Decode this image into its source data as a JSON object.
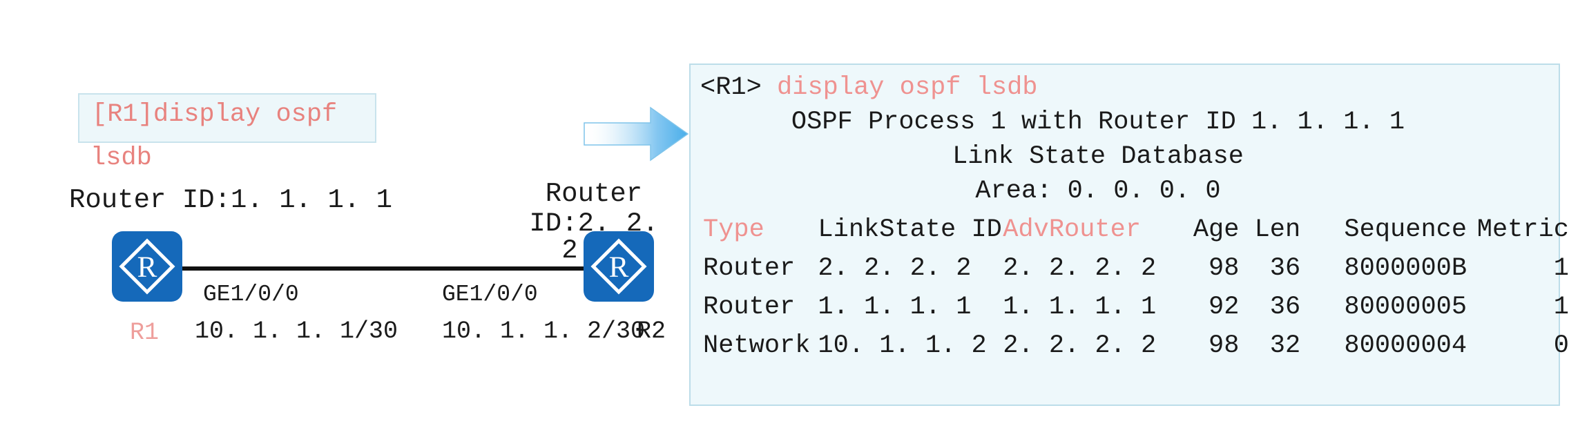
{
  "diagram": {
    "command_box": {
      "line1": "[R1]display ospf",
      "line2": "lsdb"
    },
    "left_router": {
      "router_id_label": "Router ID:1. 1. 1. 1",
      "name": "R1",
      "interface": "GE1/0/0",
      "ip": "10. 1. 1. 1/30",
      "icon": "router-icon"
    },
    "right_router": {
      "router_id_line1": "Router",
      "router_id_line2": "ID:2. 2. 2. 2",
      "name": "R2",
      "interface": "GE1/0/0",
      "ip": "10. 1. 1. 2/30",
      "icon": "router-icon"
    },
    "arrow_icon": "right-arrow-icon",
    "colors": {
      "router_blue": "#1569ba",
      "command_text": "#e8827e",
      "link_line": "#111111"
    }
  },
  "terminal": {
    "prompt": "<R1>",
    "command": "display ospf lsdb",
    "process_line": "OSPF Process 1 with Router ID 1. 1. 1. 1",
    "database_line": "Link State Database",
    "area_line": "Area: 0. 0. 0. 0",
    "columns": [
      "Type",
      "LinkState ID",
      "AdvRouter",
      "Age",
      "Len",
      "Sequence",
      "Metric"
    ],
    "highlighted_columns": [
      "Type",
      "AdvRouter"
    ],
    "rows": [
      {
        "type": "Router",
        "linkstate_id": "2. 2. 2. 2",
        "adv_router": "2. 2. 2. 2",
        "age": "98",
        "len": "36",
        "sequence": "8000000B",
        "metric": "1"
      },
      {
        "type": "Router",
        "linkstate_id": "1. 1. 1. 1",
        "adv_router": "1. 1. 1. 1",
        "age": "92",
        "len": "36",
        "sequence": "80000005",
        "metric": "1"
      },
      {
        "type": "Network",
        "linkstate_id": "10. 1. 1. 2",
        "adv_router": "2. 2. 2. 2",
        "age": "98",
        "len": "32",
        "sequence": "80000004",
        "metric": "0"
      }
    ],
    "colors": {
      "panel_background": "#eef8fb",
      "panel_border": "#bcdde9",
      "accent_text": "#ef9290",
      "body_text": "#1a1a1a"
    }
  }
}
